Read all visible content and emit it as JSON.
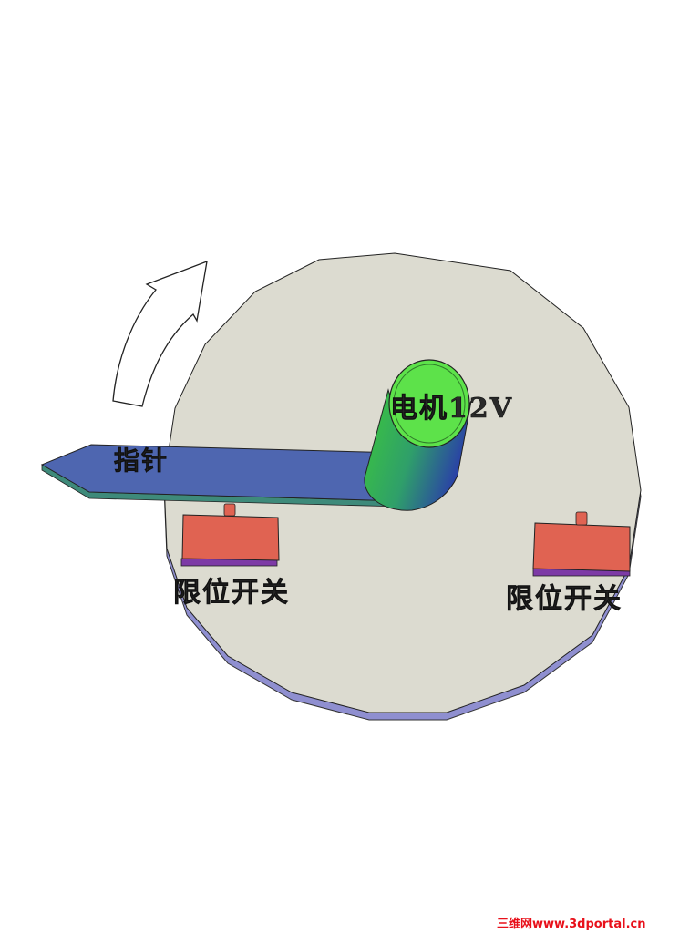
{
  "diagram": {
    "motor_label": "电机12V",
    "pointer_label": "指针",
    "limit_switch_left_label": "限位开关",
    "limit_switch_right_label": "限位开关",
    "watermark": "三维网www.3dportal.cn"
  },
  "colors": {
    "disk": "#dcdbd0",
    "disk_rim": "#8f8fd0",
    "pointer": "#4e66b0",
    "pointer_side": "#3e8a7a",
    "motor_top": "#5de24a",
    "motor_side_start": "#3cc83a",
    "motor_side_end": "#2a3fa8",
    "switch_body": "#e06352",
    "switch_base": "#7d3aa6",
    "arrow_fill": "#ffffff",
    "watermark": "#e8101a"
  },
  "icons": {
    "rotation_arrow": "curved-arrow-up-right-icon"
  }
}
